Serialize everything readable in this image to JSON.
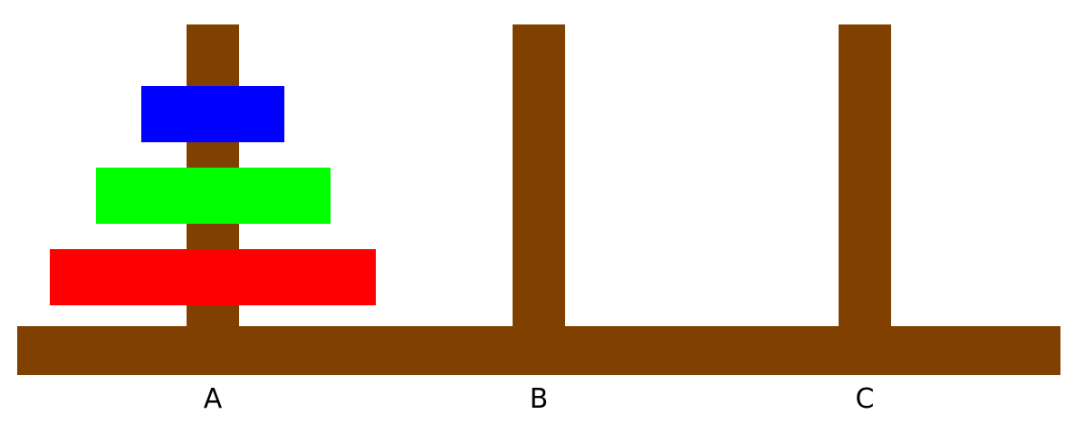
{
  "game": {
    "colors": {
      "wood": "#804000",
      "disk_small": "#0000ff",
      "disk_medium": "#00ff00",
      "disk_large": "#ff0000",
      "label": "#000000"
    },
    "pegs": [
      {
        "label": "A",
        "disks": [
          {
            "size": "small",
            "color": "#0000ff"
          },
          {
            "size": "medium",
            "color": "#00ff00"
          },
          {
            "size": "large",
            "color": "#ff0000"
          }
        ]
      },
      {
        "label": "B",
        "disks": []
      },
      {
        "label": "C",
        "disks": []
      }
    ]
  }
}
